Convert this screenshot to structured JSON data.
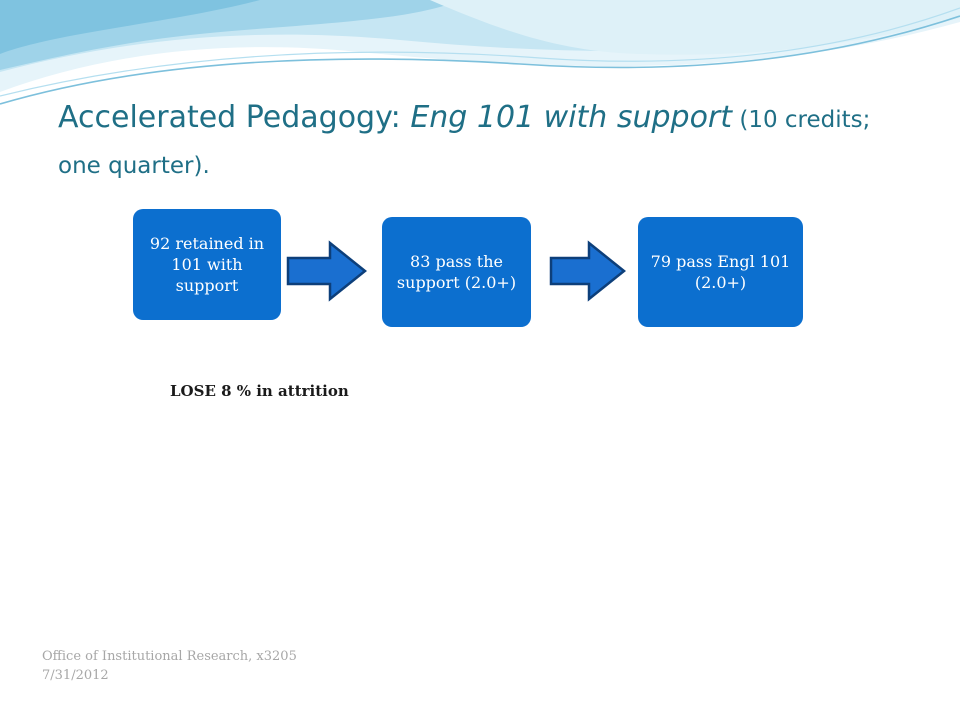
{
  "slide": {
    "title": {
      "part1": "Accelerated Pedagogy: ",
      "part2": "Eng 101 with support",
      "part3": " (10 credits;",
      "part4": "one quarter)",
      "part5": "."
    },
    "flow": [
      {
        "label": "92 retained in 101 with support"
      },
      {
        "label": "83 pass the support (2.0+)"
      },
      {
        "label": "79 pass Engl 101 (2.0+)"
      }
    ],
    "note": "LOSE 8 % in attrition",
    "footer": {
      "line1": "Office of Institutional Research, x3205",
      "line2": "7/31/2012"
    }
  },
  "colors": {
    "title": "#1f6f86",
    "box_fill": "#0c6fcf",
    "arrow_fill": "#1a6fd0",
    "arrow_stroke": "#0d3f7a",
    "wave_light": "#d7eef6",
    "wave_mid": "#8ccbe5",
    "footer_text": "#a7a7a7"
  },
  "icons": {
    "arrow": "right-block-arrow-icon"
  }
}
